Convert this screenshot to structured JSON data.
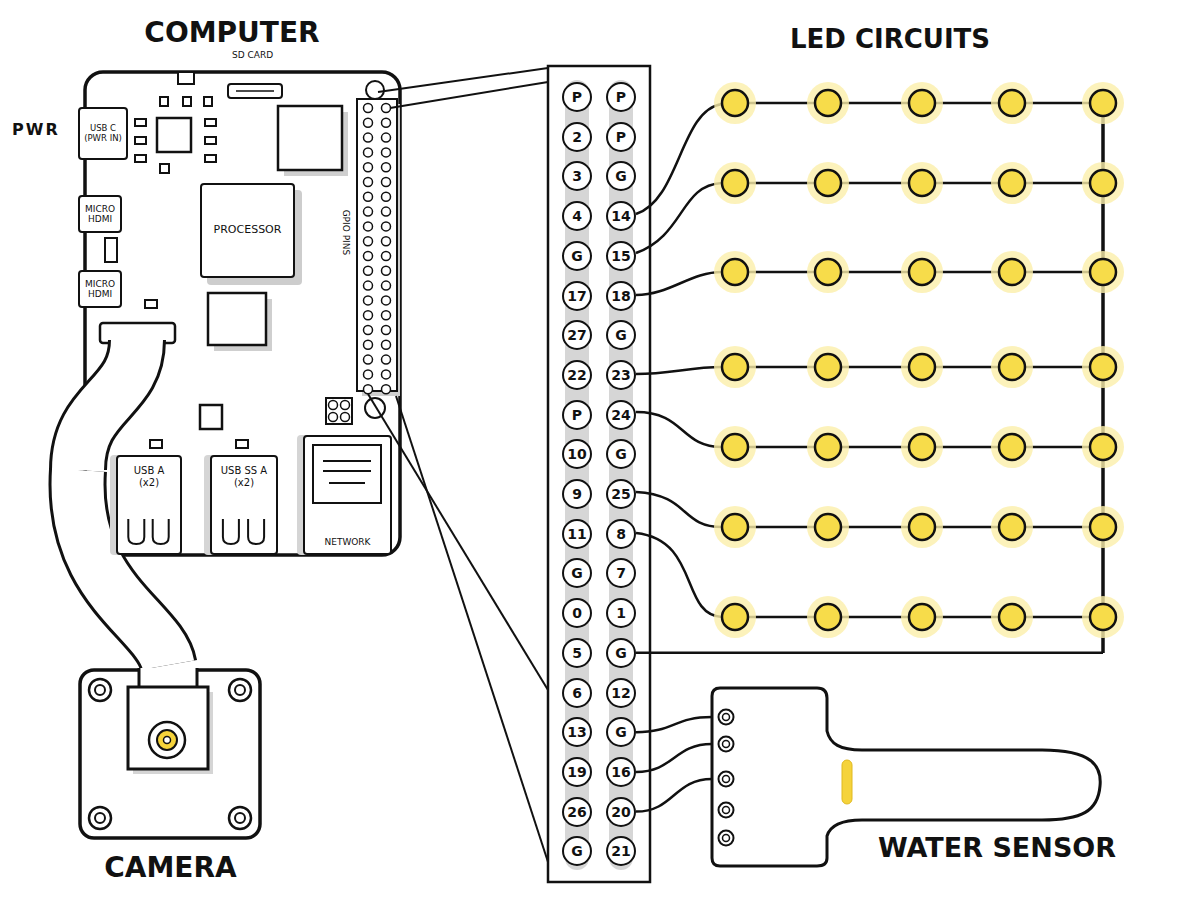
{
  "diagram": {
    "nodes": [
      {
        "text": [
          "COMPUTER"
        ]
      },
      {
        "text": [
          "USB C (PWR IN)"
        ],
        "in": 0
      },
      {
        "text": [
          "MICRO HDMI"
        ],
        "in": 0
      },
      {
        "text": [
          "MICRO HDMI"
        ],
        "in": 0
      },
      {
        "text": [
          "PROCESSOR"
        ],
        "in": 0
      },
      {
        "text": [
          "USB A (x2)"
        ],
        "in": 0
      },
      {
        "text": [
          "USB SS A (x2)"
        ],
        "in": 0
      },
      {
        "text": [
          "NETWORK"
        ],
        "in": 0
      },
      {
        "text": [
          "CAMERA"
        ]
      },
      {
        "text": [
          "P"
        ]
      },
      {
        "text": [
          "P"
        ]
      },
      {
        "text": [
          "2"
        ]
      },
      {
        "text": [
          "P"
        ]
      },
      {
        "text": [
          "3"
        ]
      },
      {
        "text": [
          "G"
        ]
      },
      {
        "text": [
          "4"
        ]
      },
      {
        "text": [
          "14"
        ]
      },
      {
        "text": [
          "G"
        ]
      },
      {
        "text": [
          "15"
        ]
      },
      {
        "text": [
          "17"
        ]
      },
      {
        "text": [
          "18"
        ]
      },
      {
        "text": [
          "27"
        ]
      },
      {
        "text": [
          "G"
        ]
      },
      {
        "text": [
          "22"
        ]
      },
      {
        "text": [
          "23"
        ]
      },
      {
        "text": [
          "P"
        ]
      },
      {
        "text": [
          "24"
        ]
      },
      {
        "text": [
          "10"
        ]
      },
      {
        "text": [
          "G"
        ]
      },
      {
        "text": [
          "9"
        ]
      },
      {
        "text": [
          "25"
        ]
      },
      {
        "text": [
          "11"
        ]
      },
      {
        "text": [
          "8"
        ]
      },
      {
        "text": [
          "G"
        ]
      },
      {
        "text": [
          "7"
        ]
      },
      {
        "text": [
          "0"
        ]
      },
      {
        "text": [
          "1"
        ]
      },
      {
        "text": [
          "5"
        ]
      },
      {
        "text": [
          "G"
        ]
      },
      {
        "text": [
          "6"
        ]
      },
      {
        "text": [
          "12"
        ]
      },
      {
        "text": [
          "13"
        ]
      },
      {
        "text": [
          "G"
        ]
      },
      {
        "text": [
          "19"
        ]
      },
      {
        "text": [
          "16"
        ]
      },
      {
        "text": [
          "26"
        ]
      },
      {
        "text": [
          "20"
        ]
      },
      {
        "text": [
          "G"
        ]
      },
      {
        "text": [
          "21"
        ]
      },
      {
        "text": [
          "WATER SENSOR"
        ]
      }
    ],
    "edges": [
      {
        "from": 8,
        "to": 0,
        "arrow": "none"
      },
      {
        "from": 42,
        "to": 49,
        "arrow": "none"
      },
      {
        "from": 44,
        "to": 49,
        "arrow": "none"
      },
      {
        "from": 46,
        "to": 49,
        "arrow": "none"
      }
    ],
    "labels": [
      "PWR",
      "SD CARD",
      "GPIO PINS",
      "LED CIRCUITS"
    ]
  }
}
